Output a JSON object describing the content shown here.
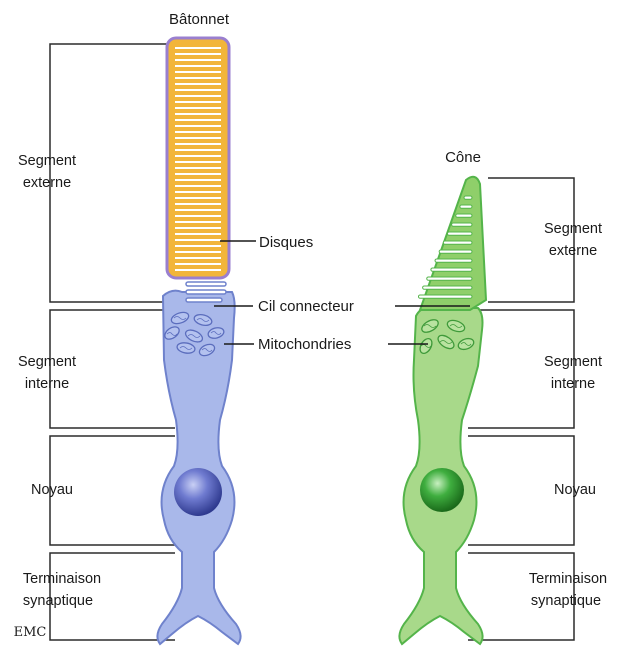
{
  "titles": {
    "rod": "Bâtonnet",
    "cone": "Cône"
  },
  "left_labels": {
    "outer_segment": [
      "Segment",
      "externe"
    ],
    "inner_segment": [
      "Segment",
      "interne"
    ],
    "nucleus": "Noyau",
    "synaptic": [
      "Terminaison",
      "synaptique"
    ]
  },
  "right_labels": {
    "outer_segment": [
      "Segment",
      "externe"
    ],
    "inner_segment": [
      "Segment",
      "interne"
    ],
    "nucleus": "Noyau",
    "synaptic": [
      "Terminaison",
      "synaptique"
    ]
  },
  "center_labels": {
    "discs": "Disques",
    "connecting_cilium": "Cil connecteur",
    "mitochondria": "Mitochondries"
  },
  "signature": "EMC",
  "colors": {
    "rod_body": "#a9b8ea",
    "rod_outline": "#6f82cc",
    "rod_outer_fill": "#f2b53a",
    "rod_outer_outline": "#9a7fcf",
    "rod_nucleus": "#4e5bb0",
    "cone_body": "#a8d98a",
    "cone_outline": "#54b44a",
    "cone_nucleus": "#2f9a2f",
    "bracket": "#2b2b2b"
  }
}
